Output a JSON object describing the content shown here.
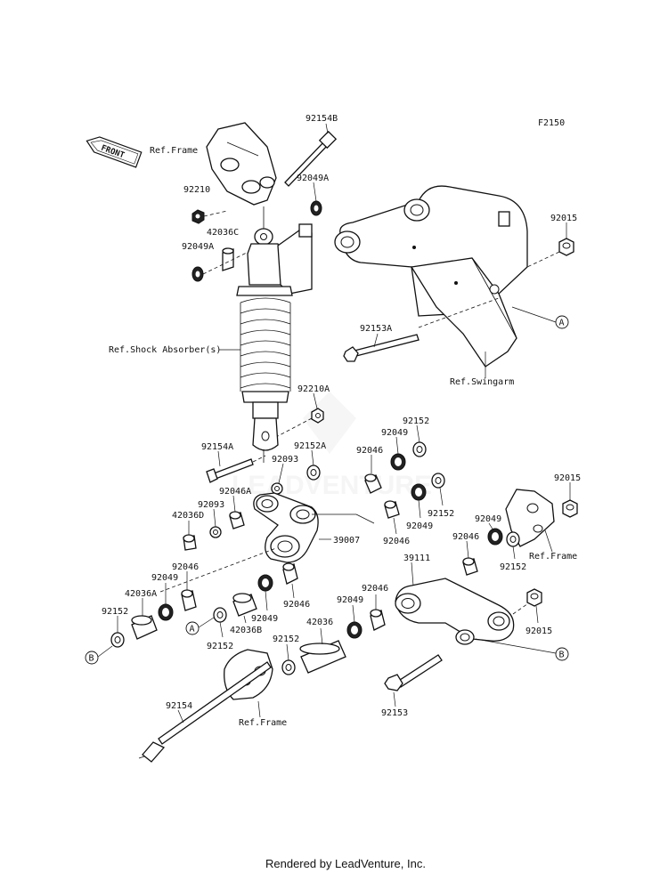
{
  "figure_code": "F2150",
  "front_label": "FRONT",
  "footer": "Rendered by LeadVenture, Inc.",
  "watermark": "LEADVENTURE",
  "refs": {
    "frame_top": "Ref.Frame",
    "shock": "Ref.Shock Absorber(s)",
    "swingarm": "Ref.Swingarm",
    "frame_right": "Ref.Frame",
    "frame_bottom": "Ref.Frame"
  },
  "markers": {
    "a1": "A",
    "a2": "A",
    "b1": "B",
    "b2": "B"
  },
  "labels": {
    "p92154B": "92154B",
    "p92210": "92210",
    "p92049A_top": "92049A",
    "p42036C": "42036C",
    "p92049A_left": "92049A",
    "p92015_top": "92015",
    "p92153A": "92153A",
    "p92210A": "92210A",
    "p92152_top": "92152",
    "p92049_top": "92049",
    "p92154A": "92154A",
    "p92152A": "92152A",
    "p92046_mid": "92046",
    "p92093_a": "92093",
    "p92015_right": "92015",
    "p92046A": "92046A",
    "p92093_b": "92093",
    "p92152_mid": "92152",
    "p42036D": "42036D",
    "p92046_b": "92046",
    "p92049_mid": "92049",
    "p39007": "39007",
    "p92049_r": "92049",
    "p92046_r": "92046",
    "p92152_r": "92152",
    "p92046_left": "92046",
    "p92049_left": "92049",
    "p42036A": "42036A",
    "p39111": "39111",
    "p92152_left": "92152",
    "p92046_c": "92046",
    "p92046_d": "92046",
    "p92049_c": "92049",
    "p92049_d": "92049",
    "p42036B": "42036B",
    "p92015_bottom": "92015",
    "p92152_a": "92152",
    "p92152_b": "92152",
    "p42036": "42036",
    "p92154": "92154",
    "p92153": "92153"
  }
}
